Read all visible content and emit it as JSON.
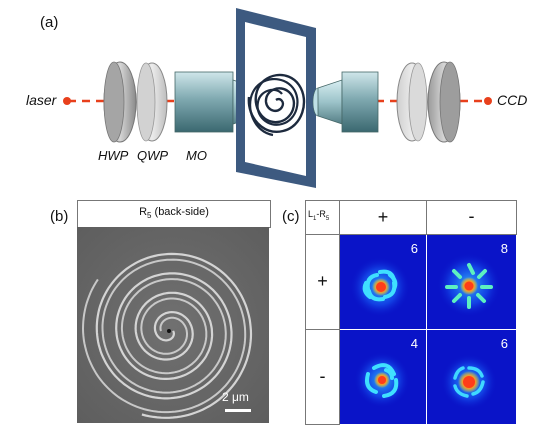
{
  "panel_a": {
    "label": "(a)",
    "laser": "laser",
    "ccd": "CCD",
    "hwp": "HWP",
    "qwp": "QWP",
    "mo": "MO"
  },
  "panel_b": {
    "label": "(b)",
    "title_main": "R",
    "title_sub": "5",
    "title_rest": " (back-side)",
    "scale_bar": "2 μm"
  },
  "panel_c": {
    "label": "(c)",
    "corner_main": "L",
    "corner_sub1": "1",
    "corner_mid": "-R",
    "corner_sub2": "5",
    "col_headers": [
      "+",
      "-"
    ],
    "row_headers": [
      "+",
      "-"
    ],
    "modes": [
      {
        "count": "6"
      },
      {
        "count": "8"
      },
      {
        "count": "4"
      },
      {
        "count": "6"
      }
    ]
  },
  "colors": {
    "beam": "#e8401c",
    "frame": "#3d5a80",
    "mode_bg": "#0a14c8"
  }
}
